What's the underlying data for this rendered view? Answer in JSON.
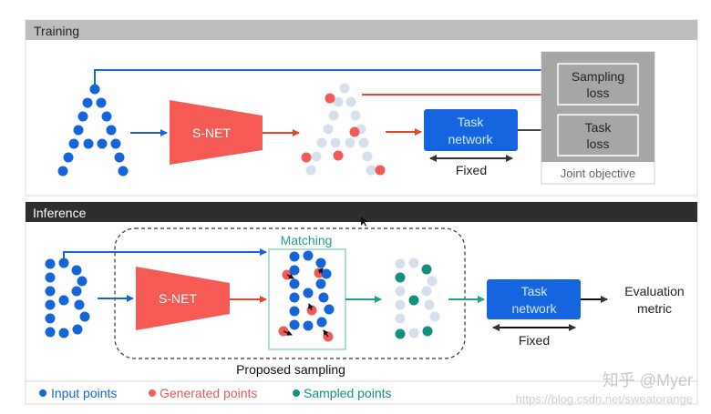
{
  "training": {
    "header": "Training",
    "snet_label": "S-NET",
    "task_network": [
      "Task",
      "network"
    ],
    "fixed": "Fixed",
    "sampling_loss": [
      "Sampling",
      "loss"
    ],
    "task_loss": [
      "Task",
      "loss"
    ],
    "joint_objective": "Joint objective"
  },
  "inference": {
    "header": "Inference",
    "snet_label": "S-NET",
    "matching": "Matching",
    "task_network": [
      "Task",
      "network"
    ],
    "fixed": "Fixed",
    "evaluation": [
      "Evaluation",
      "metric"
    ],
    "proposed_sampling": "Proposed sampling"
  },
  "legend": [
    {
      "label": "Input points",
      "color": "#1565d8"
    },
    {
      "label": "Generated points",
      "color": "#f06060"
    },
    {
      "label": "Sampled points",
      "color": "#12907e"
    }
  ],
  "watermark": {
    "zhihu": "知乎 @Myer",
    "url": "https://blog.csdn.net/sweatorange"
  },
  "colors": {
    "input": "#1565d8",
    "generated": "#f25a5a",
    "sampled": "#12907e",
    "faded": "#d5e0ec",
    "snet": "#f55a55",
    "task": "#1565e0",
    "arrow_red": "#e8452c",
    "arrow_teal": "#20a090",
    "train_header": "#bdbdbd",
    "infer_header": "#2e2e2e"
  }
}
